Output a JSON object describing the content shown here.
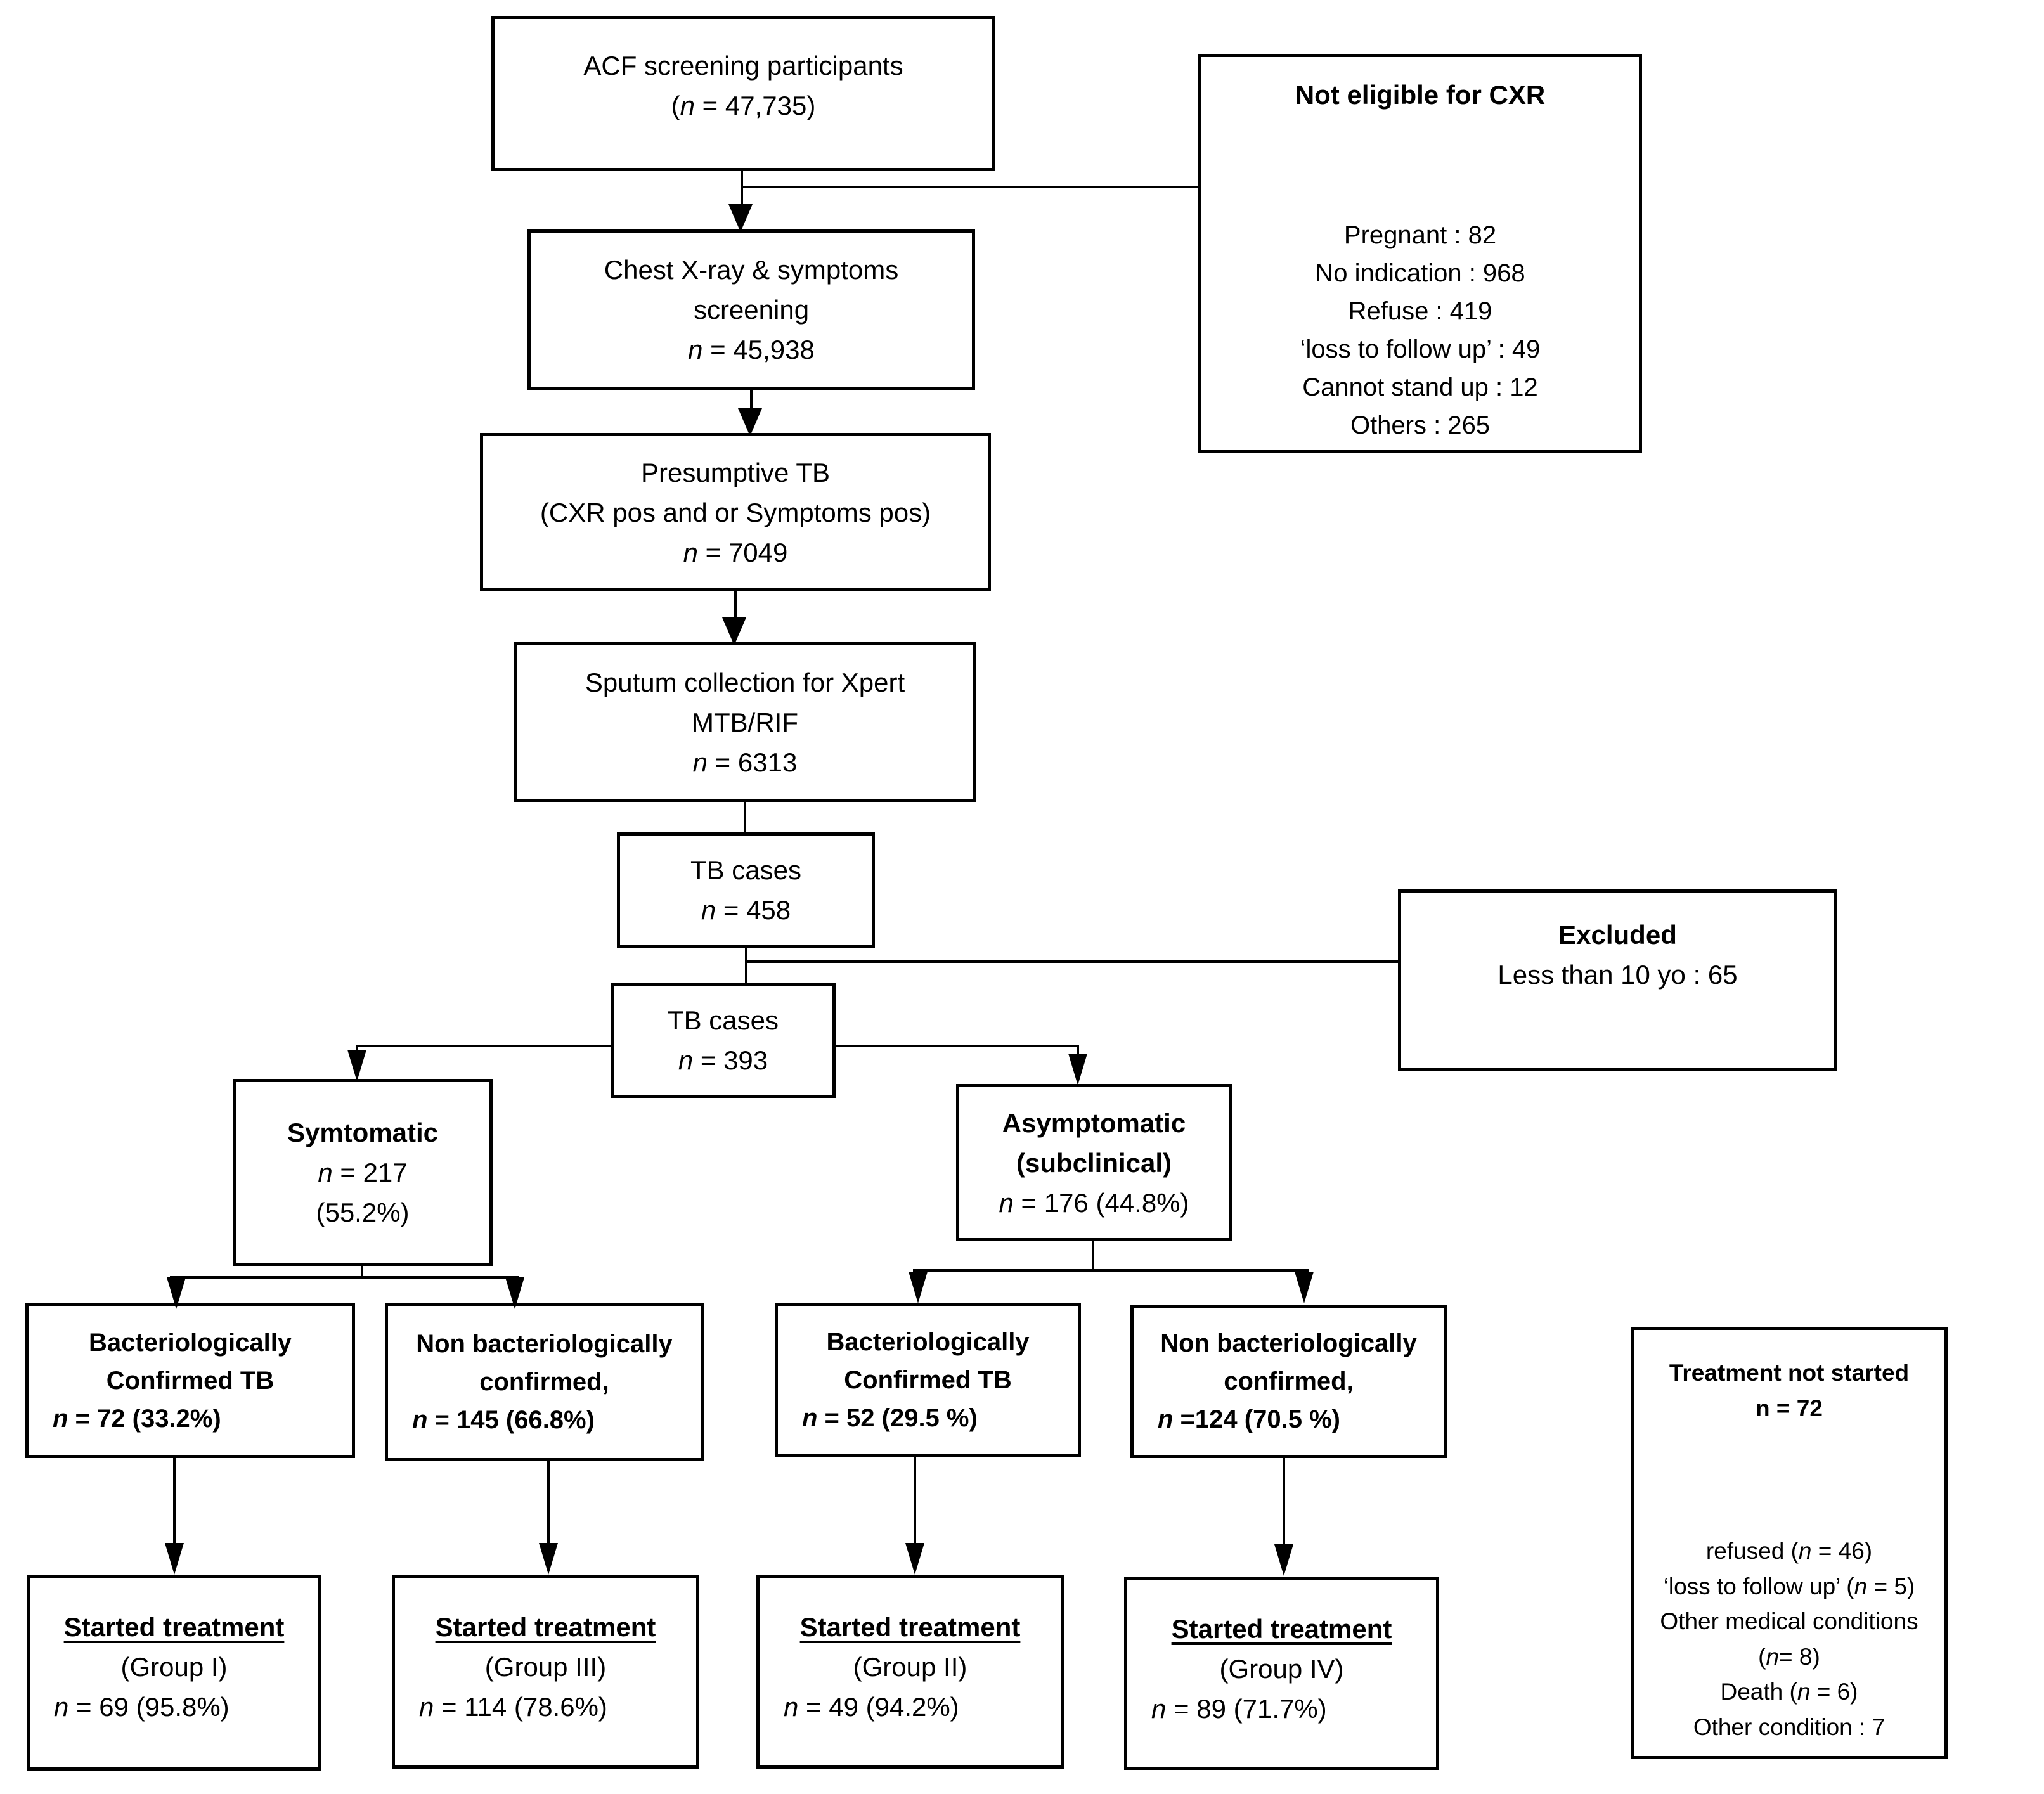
{
  "colors": {
    "background": "#ffffff",
    "ink": "#000000"
  },
  "boxes": {
    "acf": {
      "lines": [
        "ACF screening participants",
        "(n = 47,735)"
      ]
    },
    "not_eligible": {
      "title": "Not eligible for CXR",
      "items": [
        "Pregnant : 82",
        "No indication : 968",
        "Refuse : 419",
        "‘loss to follow up’ : 49",
        "Cannot stand up : 12",
        "Others : 265"
      ]
    },
    "cxr_screening": {
      "lines": [
        "Chest X-ray & symptoms",
        "screening",
        "n = 45,938"
      ]
    },
    "presumptive": {
      "lines": [
        "Presumptive TB",
        "(CXR pos and or Symptoms pos)",
        "n = 7049"
      ]
    },
    "sputum": {
      "lines": [
        "Sputum collection for Xpert",
        "MTB/RIF",
        "n = 6313"
      ]
    },
    "tb_cases_458": {
      "lines": [
        "TB cases",
        "n = 458"
      ]
    },
    "excluded": {
      "title": "Excluded",
      "line": "Less than 10 yo : 65"
    },
    "tb_cases_393": {
      "lines": [
        "TB cases",
        "n = 393"
      ]
    },
    "symptomatic": {
      "title": "Symtomatic",
      "lines": [
        "n = 217",
        "(55.2%)"
      ]
    },
    "asymptomatic": {
      "title1": "Asymptomatic",
      "title2": "(subclinical)",
      "line": "n = 176 (44.8%)"
    },
    "bact_confirmed_sym": {
      "lines": [
        "Bacteriologically",
        "Confirmed TB"
      ],
      "nline": "n = 72 (33.2%)"
    },
    "non_bact_sym": {
      "lines": [
        "Non bacteriologically",
        "confirmed,"
      ],
      "nline": "n = 145 (66.8%)"
    },
    "bact_confirmed_asym": {
      "lines": [
        "Bacteriologically",
        "Confirmed TB"
      ],
      "nline": "n = 52 (29.5 %)"
    },
    "non_bact_asym": {
      "lines": [
        "Non bacteriologically",
        "confirmed,"
      ],
      "nline": "n =124 (70.5 %)"
    },
    "started_group1": {
      "title": "Started treatment",
      "group": "(Group I)",
      "nline": "n = 69 (95.8%)"
    },
    "started_group3": {
      "title": "Started treatment",
      "group": "(Group III)",
      "nline": "n = 114 (78.6%)"
    },
    "started_group2": {
      "title": "Started treatment",
      "group": "(Group II)",
      "nline": "n = 49 (94.2%)"
    },
    "started_group4": {
      "title": "Started treatment",
      "group": "(Group IV)",
      "nline": "n = 89 (71.7%)"
    },
    "treatment_not_started": {
      "title": "Treatment not started",
      "subtitle": "n = 72",
      "items": [
        "refused (n = 46)",
        "‘loss to follow up’ (n = 5)",
        "Other medical conditions",
        "(n= 8)",
        "Death (n = 6)",
        "Other condition : 7"
      ]
    }
  }
}
